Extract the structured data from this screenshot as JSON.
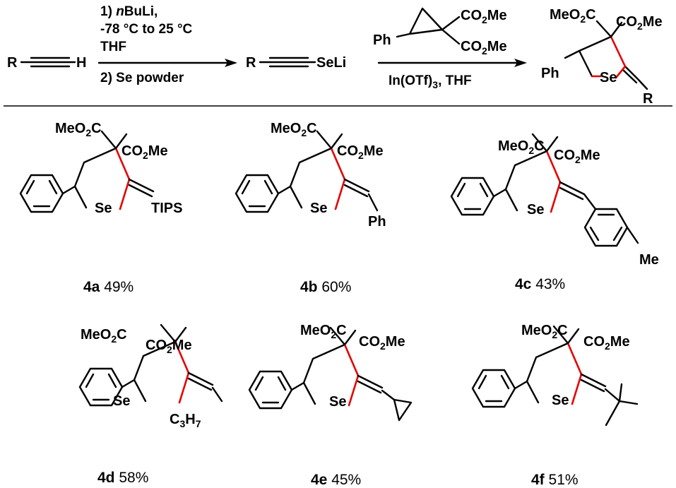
{
  "scheme": {
    "step1": {
      "line1_a": "1) ",
      "line1_b": "n",
      "line1_c": "BuLi,",
      "line2": "-78 °C to 25 °C",
      "line3": "THF",
      "line4": "2) Se powder"
    },
    "step2": {
      "reagent_ph": "Ph",
      "reagent_co2me_a": "CO",
      "reagent_co2me_b": "2",
      "reagent_co2me_c": "Me",
      "cond_a": "In(OTf)",
      "cond_b": "3",
      "cond_c": ", THF"
    },
    "start_r": "R",
    "start_h": "H",
    "inter_r": "R",
    "inter_seli": "SeLi",
    "general_r": "R"
  },
  "labels": {
    "meo2c_a": "MeO",
    "meo2c_b": "2",
    "meo2c_c": "C",
    "co2me_a": "CO",
    "co2me_b": "2",
    "co2me_c": "Me",
    "se": "Se",
    "ph": "Ph",
    "tips": "TIPS",
    "me": "Me",
    "c3h7_a": "C",
    "c3h7_b": "3",
    "c3h7_c": "H",
    "c3h7_d": "7"
  },
  "products": [
    {
      "id": "4a",
      "yield": "49%"
    },
    {
      "id": "4b",
      "yield": "60%"
    },
    {
      "id": "4c",
      "yield": "43%"
    },
    {
      "id": "4d",
      "yield": "58%"
    },
    {
      "id": "4e",
      "yield": "45%"
    },
    {
      "id": "4f",
      "yield": "51%"
    }
  ]
}
